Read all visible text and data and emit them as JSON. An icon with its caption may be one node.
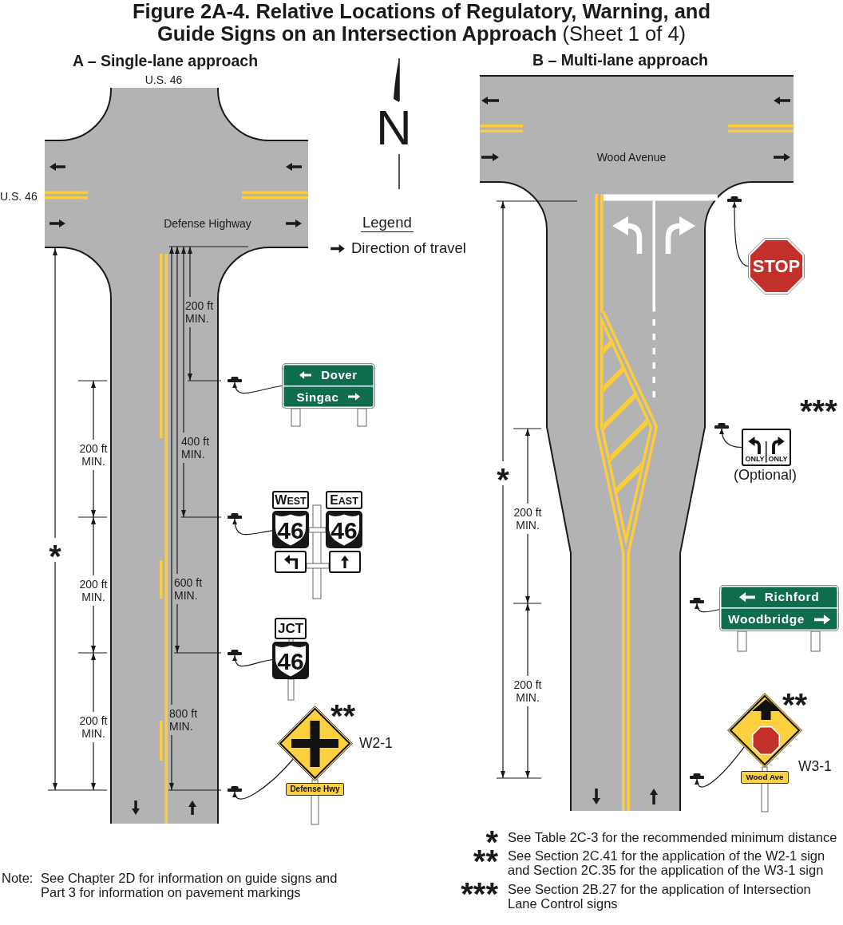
{
  "diagram": {
    "title": "**Figure 2A-4. Relative Locations of Regulatory, Warning, and Guide Signs on an Intersection Approach** (Sheet 1 of 4)",
    "nodes": [
      {
        "text": [
          "Dover",
          "Singac"
        ]
      },
      {
        "text": [],
        "shape": "bar"
      },
      {
        "text": [
          "WEST"
        ]
      },
      {
        "text": [
          "EAST"
        ]
      },
      {
        "text": [
          "46"
        ]
      },
      {
        "text": [
          "46"
        ]
      },
      {
        "text": [],
        "shape": "box"
      },
      {
        "text": [],
        "shape": "box"
      },
      {
        "text": [],
        "shape": "bar"
      },
      {
        "text": [
          "JCT"
        ]
      },
      {
        "text": [
          "46"
        ]
      },
      {
        "text": [],
        "shape": "bar"
      },
      {
        "text": [],
        "shape": "diamond",
        "beside": [
          "**",
          "W2-1"
        ]
      },
      {
        "text": [
          "Defense Hwy"
        ]
      },
      {
        "text": [],
        "shape": "bar"
      },
      {
        "text": [],
        "shape": "bar"
      },
      {
        "text": [
          "STOP"
        ]
      },
      {
        "text": [
          "ONLY",
          "ONLY"
        ],
        "beside": [
          "***",
          "(Optional)"
        ]
      },
      {
        "text": [],
        "shape": "bar"
      },
      {
        "text": [
          "Richford",
          "Woodbridge"
        ]
      },
      {
        "text": [],
        "shape": "bar"
      },
      {
        "text": [],
        "shape": "diamond",
        "beside": [
          "**",
          "W3-1"
        ]
      },
      {
        "text": [
          "Wood Ave"
        ]
      },
      {
        "text": [],
        "shape": "bar"
      }
    ],
    "edges": [
      {
        "from": 0,
        "to": 1,
        "arrow": "to"
      },
      {
        "from": 4,
        "to": 8,
        "arrow": "to"
      },
      {
        "from": 10,
        "to": 11,
        "arrow": "to"
      },
      {
        "from": 12,
        "to": 14,
        "arrow": "to"
      },
      {
        "from": 16,
        "to": 15,
        "arrow": "to"
      },
      {
        "from": 17,
        "to": 18,
        "arrow": "to"
      },
      {
        "from": 19,
        "to": 20,
        "arrow": "to"
      },
      {
        "from": 21,
        "to": 23,
        "arrow": "to"
      }
    ],
    "labels": [
      "A – Single-lane approach",
      "B – Multi-lane approach",
      "U.S. 46",
      "N",
      "Wood Avenue",
      "U.S. 46",
      "Defense Highway",
      "Legend",
      "200 ft MIN.",
      "200 ft MIN.",
      "400 ft MIN.",
      "*",
      "200 ft MIN.",
      "*",
      "200 ft MIN.",
      "600 ft MIN.",
      "200 ft MIN.",
      "200 ft MIN.",
      "800 ft MIN.",
      "*",
      "See Table 2C-3 for the recommended minimum distance",
      "**",
      "See Section 2C.41 for the application of the W2-1 sign and Section 2C.35 for the application of the W3-1 sign",
      "***",
      "See Section 2B.27 for the application of Intersection Lane Control signs",
      "Note:",
      "See Chapter 2D for information on guide signs and Part 3 for information on pavement markings"
    ],
    "legend": [
      {
        "text": "Direction of travel"
      }
    ]
  }
}
